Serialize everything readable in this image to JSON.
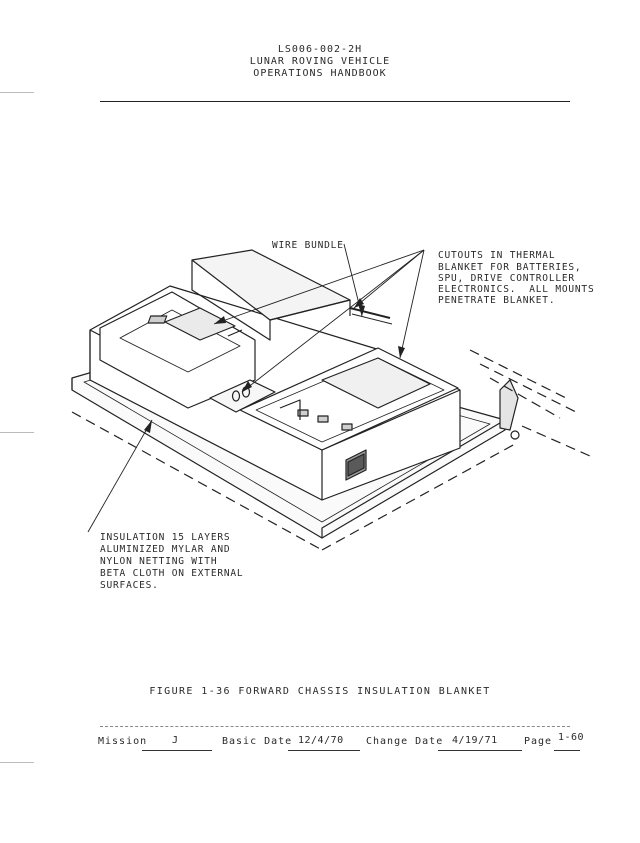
{
  "header": {
    "doc_number": "LS006-002-2H",
    "title": "LUNAR ROVING VEHICLE",
    "subtitle": "OPERATIONS HANDBOOK"
  },
  "figure": {
    "callouts": {
      "wire_bundle": "WIRE BUNDLE",
      "cutouts": [
        "CUTOUTS IN THERMAL",
        "BLANKET FOR BATTERIES,",
        "SPU, DRIVE CONTROLLER",
        "ELECTRONICS.  ALL MOUNTS",
        "PENETRATE BLANKET."
      ],
      "insulation": [
        "INSULATION 15 LAYERS",
        "ALUMINIZED MYLAR AND",
        "NYLON NETTING WITH",
        "BETA CLOTH ON EXTERNAL",
        "SURFACES."
      ]
    },
    "caption": "FIGURE 1-36  FORWARD CHASSIS INSULATION BLANKET"
  },
  "footer": {
    "mission_label": "Mission",
    "mission_value": "J",
    "basic_date_label": "Basic Date",
    "basic_date_value": "12/4/70",
    "change_date_label": "Change Date",
    "change_date_value": "4/19/71",
    "page_label": "Page",
    "page_value": "1-60"
  }
}
